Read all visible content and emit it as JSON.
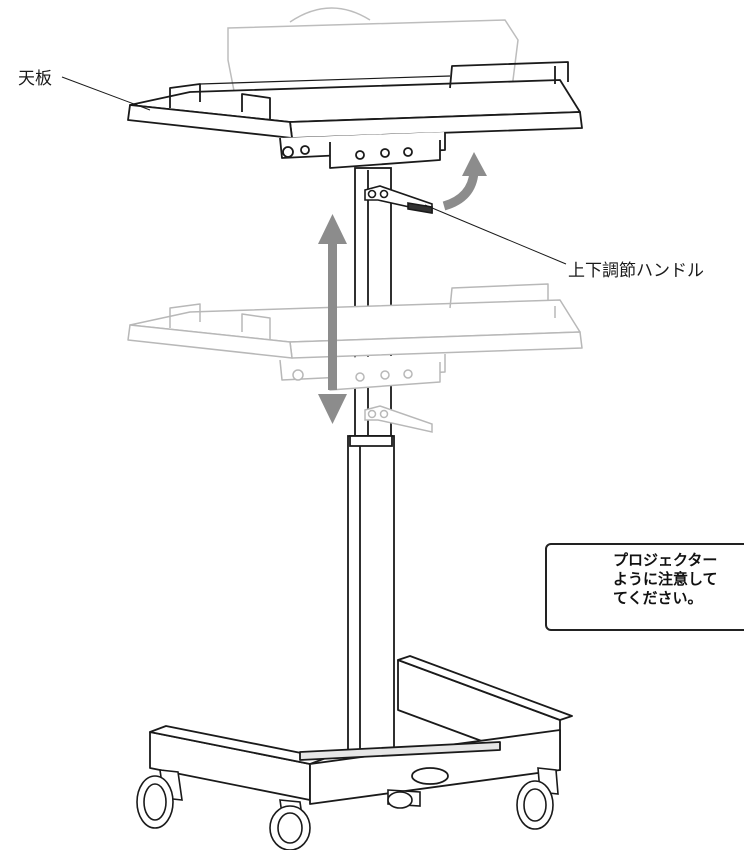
{
  "labels": {
    "tabletop": "天板",
    "height_handle": "上下調節ハンドル"
  },
  "warning": {
    "lines": [
      "プロジェクター",
      "ように注意して",
      "てください。"
    ],
    "icon": "warning-triangle-icon"
  },
  "colors": {
    "line": "#1a1a1a",
    "arrow": "#8c8c8c",
    "ghost": "#b8b8b8"
  }
}
